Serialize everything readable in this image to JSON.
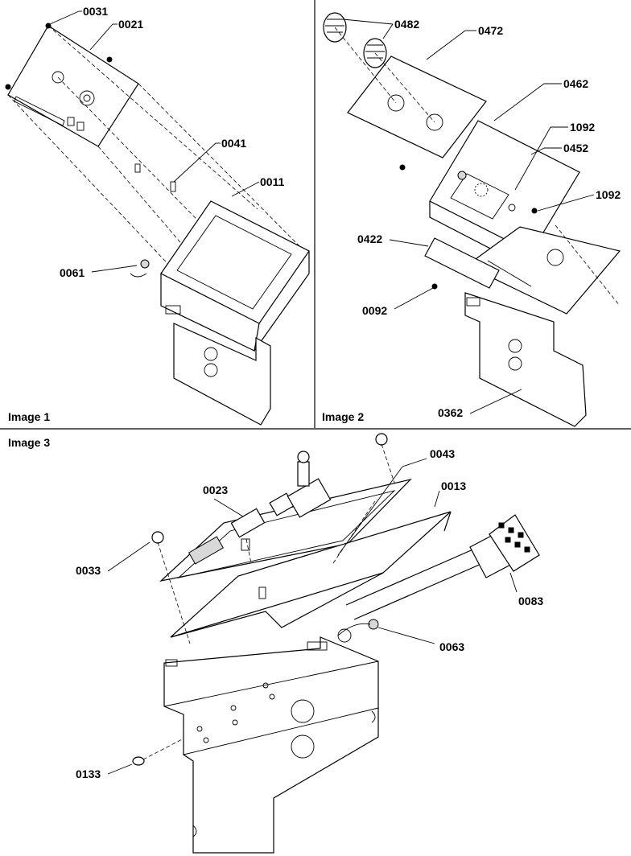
{
  "panels": [
    {
      "label": "Image 1"
    },
    {
      "label": "Image 2"
    },
    {
      "label": "Image 3"
    }
  ],
  "callouts": {
    "p1": [
      "0031",
      "0021",
      "0041",
      "0011",
      "0061"
    ],
    "p2": [
      "0482",
      "0472",
      "0462",
      "1092",
      "0452",
      "1092",
      "0422",
      "0092",
      "0362"
    ],
    "p3": [
      "0043",
      "0013",
      "0023",
      "0033",
      "0083",
      "0063",
      "0133"
    ]
  }
}
